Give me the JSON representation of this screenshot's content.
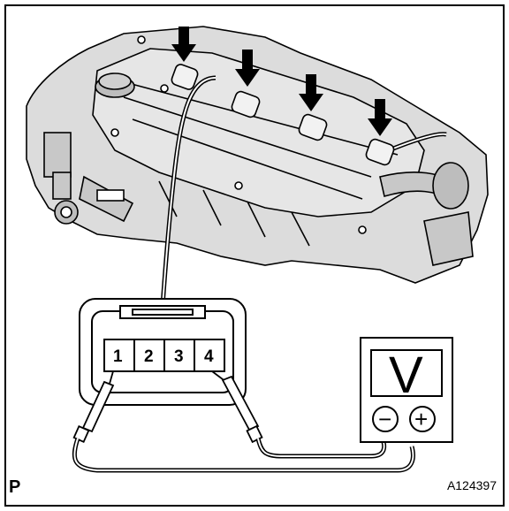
{
  "connector": {
    "pins": [
      "1",
      "2",
      "3",
      "4"
    ]
  },
  "meter": {
    "display_letter": "V",
    "minus_symbol": "−",
    "plus_symbol": "+"
  },
  "corner_letter": "P",
  "figure_id": "A124397",
  "colors": {
    "line": "#000000",
    "engine_fill": "#dcdcdc",
    "background": "#ffffff"
  }
}
